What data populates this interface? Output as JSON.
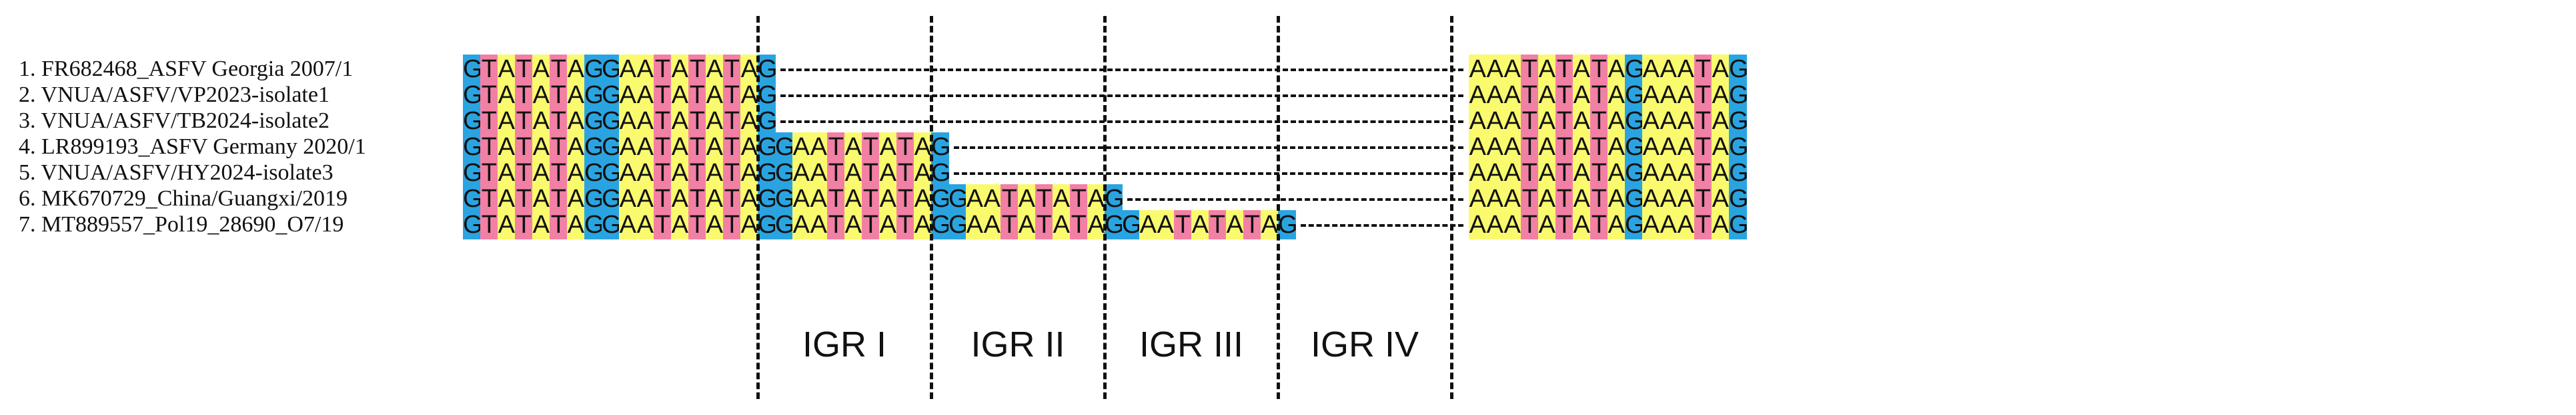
{
  "colors": {
    "G": "#2aa4e0",
    "T": "#f280a5",
    "A": "#fafa6e",
    "text": "#111111"
  },
  "alignment": {
    "prefix": "GTATATAGGAATATATAG",
    "igr_unit": "GAATATATAG",
    "suffix": "AAATATATAGAAATAG",
    "gap_symbol": "-",
    "rows": [
      {
        "label": "1. FR682468_ASFV Georgia 2007/1",
        "igr_copies": 1
      },
      {
        "label": "2. VNUA/ASFV/VP2023-isolate1",
        "igr_copies": 1
      },
      {
        "label": "3. VNUA/ASFV/TB2024-isolate2",
        "igr_copies": 1
      },
      {
        "label": "4. LR899193_ASFV Germany 2020/1",
        "igr_copies": 2
      },
      {
        "label": "5. VNUA/ASFV/HY2024-isolate3",
        "igr_copies": 2
      },
      {
        "label": "6. MK670729_China/Guangxi/2019",
        "igr_copies": 3
      },
      {
        "label": "7. MT889557_Pol19_28690_O7/19",
        "igr_copies": 4
      }
    ]
  },
  "regions": [
    "IGR I",
    "IGR II",
    "IGR III",
    "IGR IV"
  ]
}
